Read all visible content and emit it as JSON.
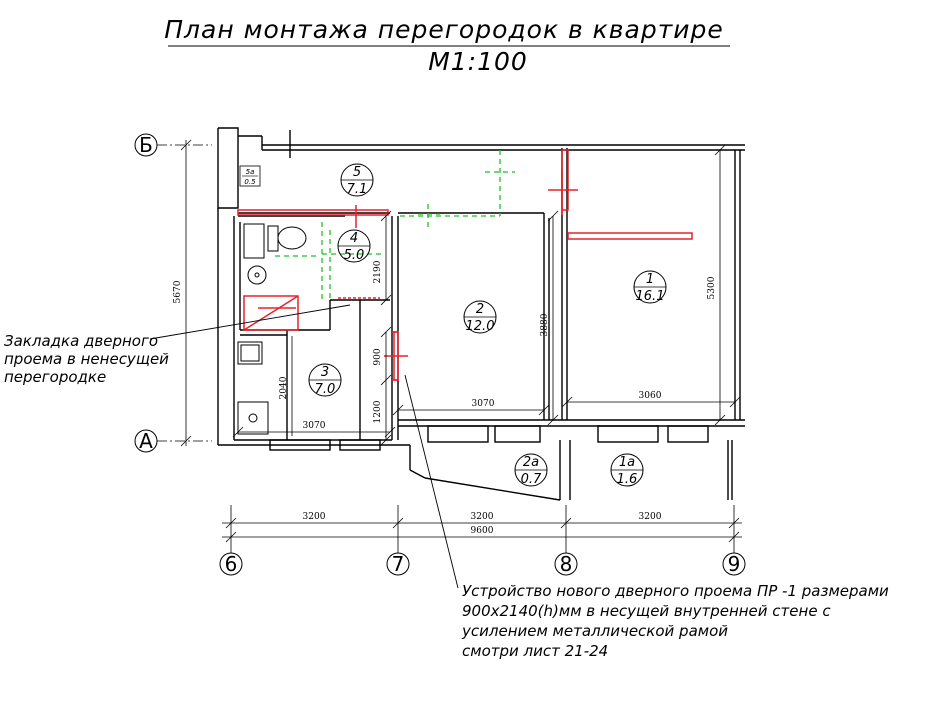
{
  "title": {
    "line1": "План монтажа перегородок в квартире",
    "scale": "М1:100"
  },
  "notes": {
    "left_line1": "Закладка дверного",
    "left_line2": "проема в ненесущей",
    "left_line3": "перегородке",
    "bottom_line1": "Устройство нового дверного проема ПР -1 размерами",
    "bottom_line2": "900х2140(h)мм в несущей внутренней стене с",
    "bottom_line3": "усилением металлической рамой",
    "bottom_line4": "смотри лист 21-24"
  },
  "axes": {
    "b": "Б",
    "a": "А",
    "six": "6",
    "seven": "7",
    "eight": "8",
    "nine": "9"
  },
  "dimensions": {
    "d_5670": "5670",
    "d_5300": "5300",
    "d_2190": "2190",
    "d_3880": "3880",
    "d_900": "900",
    "d_1200": "1200",
    "d_2040": "2040",
    "d_3070_a": "3070",
    "d_3070_b": "3070",
    "d_3060": "3060",
    "d_3200_a": "3200",
    "d_3200_b": "3200",
    "d_3200_c": "3200",
    "d_9600": "9600"
  },
  "rooms": {
    "r1": {
      "num": "1",
      "area": "16.1"
    },
    "r1a": {
      "num": "1а",
      "area": "1.6"
    },
    "r2": {
      "num": "2",
      "area": "12.0"
    },
    "r2a": {
      "num": "2а",
      "area": "0.7"
    },
    "r3": {
      "num": "3",
      "area": "7.0"
    },
    "r4": {
      "num": "4",
      "area": "5.0"
    },
    "r5": {
      "num": "5",
      "area": "7.1"
    },
    "r5a": {
      "num": "5а",
      "area": "0.5"
    }
  },
  "colors": {
    "line": "#000000",
    "new_partition": "#e8202a",
    "demolished": "#22c02a"
  }
}
